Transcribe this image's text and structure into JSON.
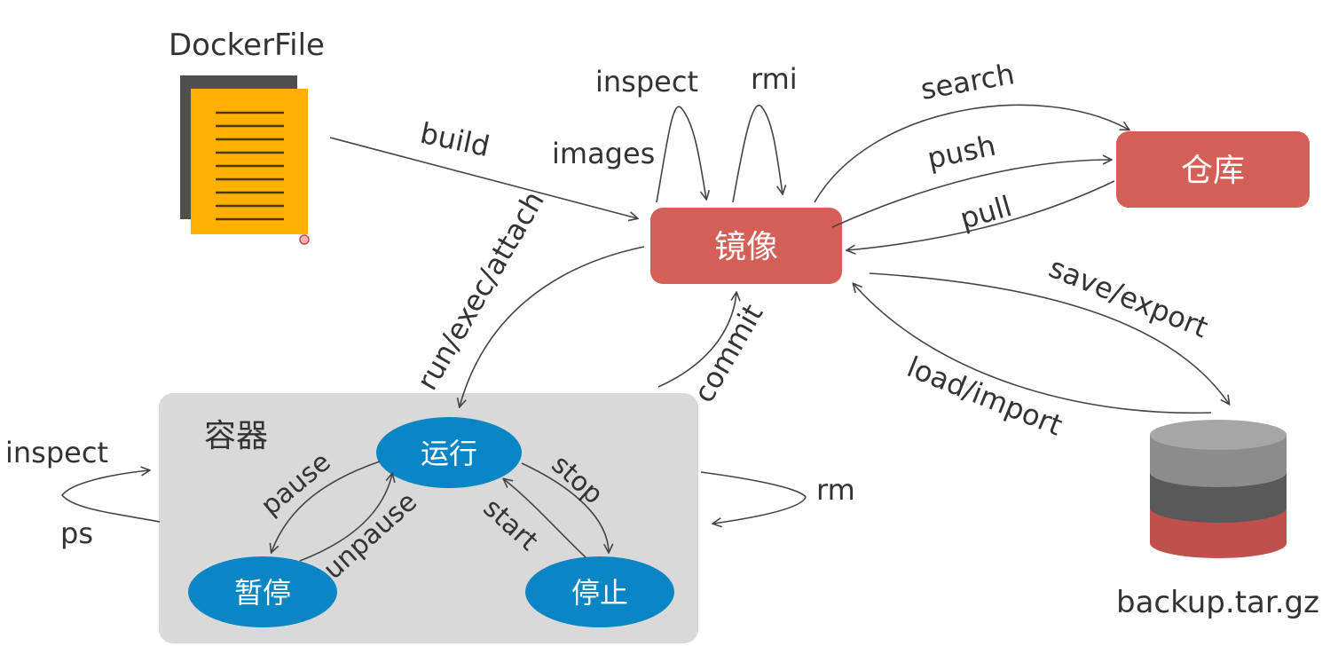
{
  "nodes": {
    "dockerfile": "DockerFile",
    "image": "镜像",
    "registry": "仓库",
    "container_group": "容器",
    "running": "运行",
    "paused": "暂停",
    "stopped": "停止",
    "backup": "backup.tar.gz"
  },
  "edges": {
    "build": "build",
    "inspect_image": "inspect",
    "images": "images",
    "rmi": "rmi",
    "search": "search",
    "push": "push",
    "pull": "pull",
    "save_export": "save/export",
    "load_import": "load/import",
    "run_exec_attach": "run/exec/attach",
    "commit": "commit",
    "pause": "pause",
    "unpause": "unpause",
    "stop": "stop",
    "start": "start",
    "rm": "rm",
    "inspect_container": "inspect",
    "ps": "ps"
  },
  "colors": {
    "image_box": "#d35f57",
    "registry_box": "#d35f57",
    "state_ellipse": "#0a86c4",
    "container_panel": "#d9d9d9",
    "doc_front": "#ffb000",
    "doc_back": "#4f4f4f",
    "arrow": "#444444",
    "db_top": "#a6a6a6",
    "db_mid": "#595959",
    "db_bottom": "#c0504d"
  }
}
